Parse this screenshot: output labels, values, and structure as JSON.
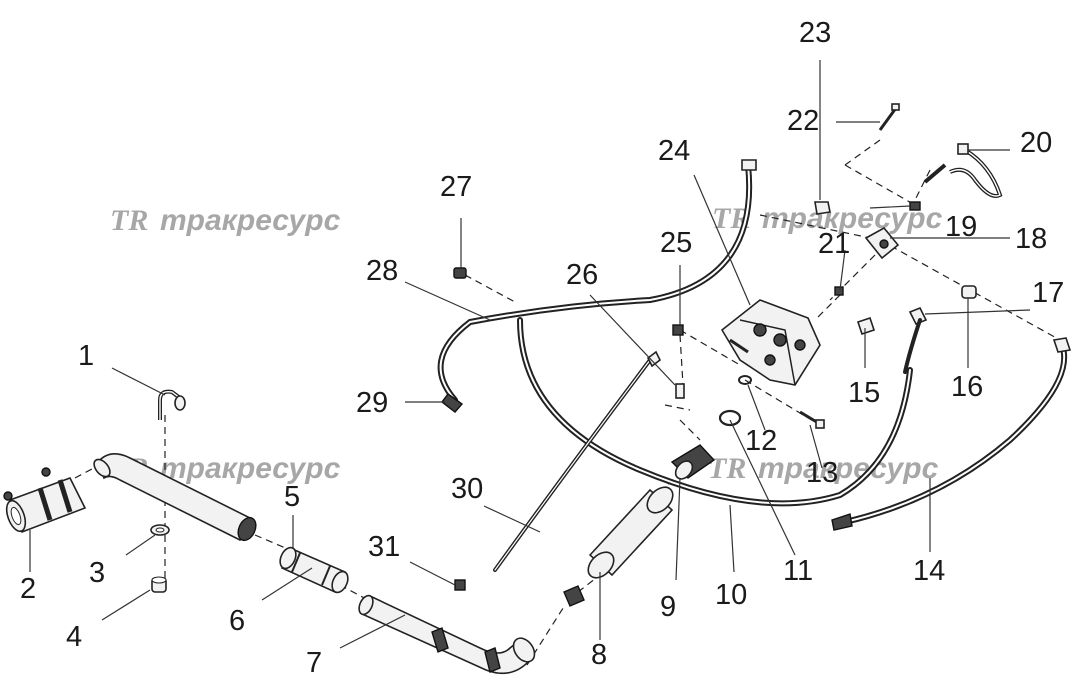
{
  "watermark": {
    "logo": "TR",
    "text": "тракресурс"
  },
  "callouts": [
    "1",
    "2",
    "3",
    "4",
    "5",
    "6",
    "7",
    "8",
    "9",
    "10",
    "11",
    "12",
    "13",
    "14",
    "15",
    "16",
    "17",
    "18",
    "19",
    "20",
    "21",
    "22",
    "23",
    "24",
    "25",
    "26",
    "27",
    "28",
    "29",
    "30",
    "31"
  ]
}
